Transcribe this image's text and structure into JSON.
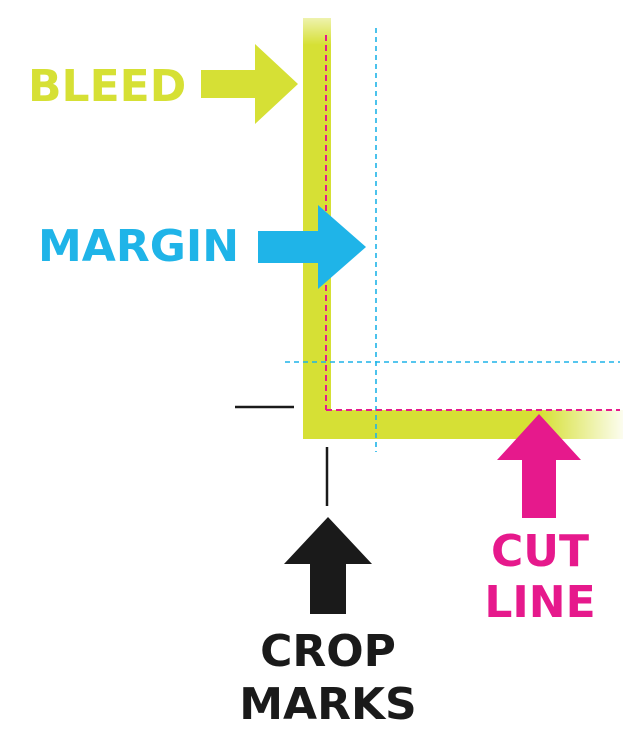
{
  "diagram": {
    "labels": {
      "bleed": "BLEED",
      "margin": "MARGIN",
      "cut_line_1": "CUT",
      "cut_line_2": "LINE",
      "crop_marks_1": "CROP",
      "crop_marks_2": "MARKS"
    },
    "colors": {
      "bleed": "#d6e035",
      "margin": "#1fb4e8",
      "cut_line": "#e6198c",
      "crop_marks": "#1a1a1a",
      "background": "#ffffff"
    }
  }
}
